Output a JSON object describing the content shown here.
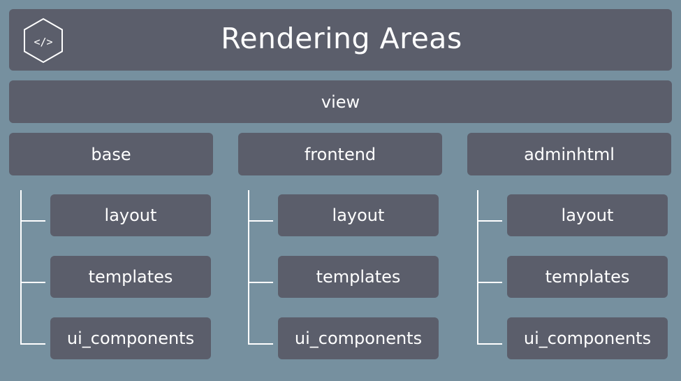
{
  "title": "Rendering Areas",
  "logo_glyph": "</>",
  "root": "view",
  "areas": [
    {
      "name": "base",
      "children": [
        "layout",
        "templates",
        "ui_components"
      ]
    },
    {
      "name": "frontend",
      "children": [
        "layout",
        "templates",
        "ui_components"
      ]
    },
    {
      "name": "adminhtml",
      "children": [
        "layout",
        "templates",
        "ui_components"
      ]
    }
  ],
  "colors": {
    "background": "#76909f",
    "box": "#5b5e6b",
    "text": "#ffffff",
    "connector": "#ffffff"
  }
}
